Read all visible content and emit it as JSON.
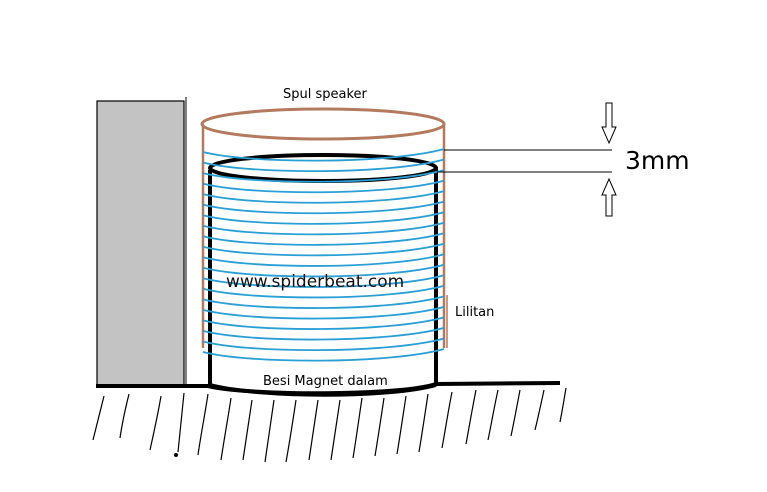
{
  "labels": {
    "coil_former": "Spul speaker",
    "gap_measurement": "3mm",
    "winding": "Lilitan",
    "inner_magnet": "Besi Magnet dalam",
    "watermark": "www.spiderbeat.com"
  },
  "colors": {
    "coil_former": "#b37a5e",
    "winding": "#2a9fd6",
    "magnet_outline": "#000000",
    "side_block": "#c3c3c3",
    "ground": "#000000"
  },
  "winding_turns": 20
}
